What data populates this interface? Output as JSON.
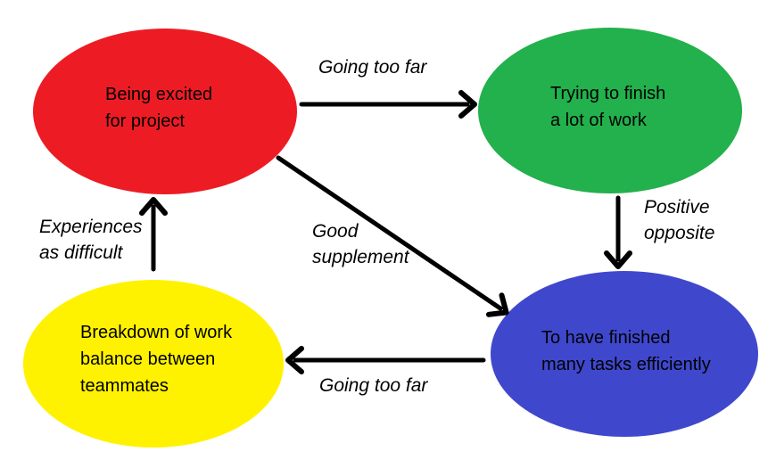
{
  "diagram": {
    "background": "#ffffff",
    "arrow_color": "#000000",
    "text_color": "#000000",
    "nodes": [
      {
        "id": "being-excited",
        "label": "Being excited\nfor project",
        "color": "#ed1c24"
      },
      {
        "id": "trying-to-finish",
        "label": "Trying to finish\na lot of work",
        "color": "#22b14c"
      },
      {
        "id": "finished-tasks",
        "label": "To have finished\nmany tasks efficiently",
        "color": "#3f48cc"
      },
      {
        "id": "breakdown",
        "label": "Breakdown of work\nbalance between\nteammates",
        "color": "#fff200"
      }
    ],
    "edges": [
      {
        "from": "being-excited",
        "to": "trying-to-finish",
        "label": "Going too far"
      },
      {
        "from": "trying-to-finish",
        "to": "finished-tasks",
        "label": "Positive\nopposite"
      },
      {
        "from": "being-excited",
        "to": "finished-tasks",
        "label": "Good\nsupplement"
      },
      {
        "from": "finished-tasks",
        "to": "breakdown",
        "label": "Going too far"
      },
      {
        "from": "breakdown",
        "to": "being-excited",
        "label": "Experiences\nas difficult"
      }
    ]
  }
}
